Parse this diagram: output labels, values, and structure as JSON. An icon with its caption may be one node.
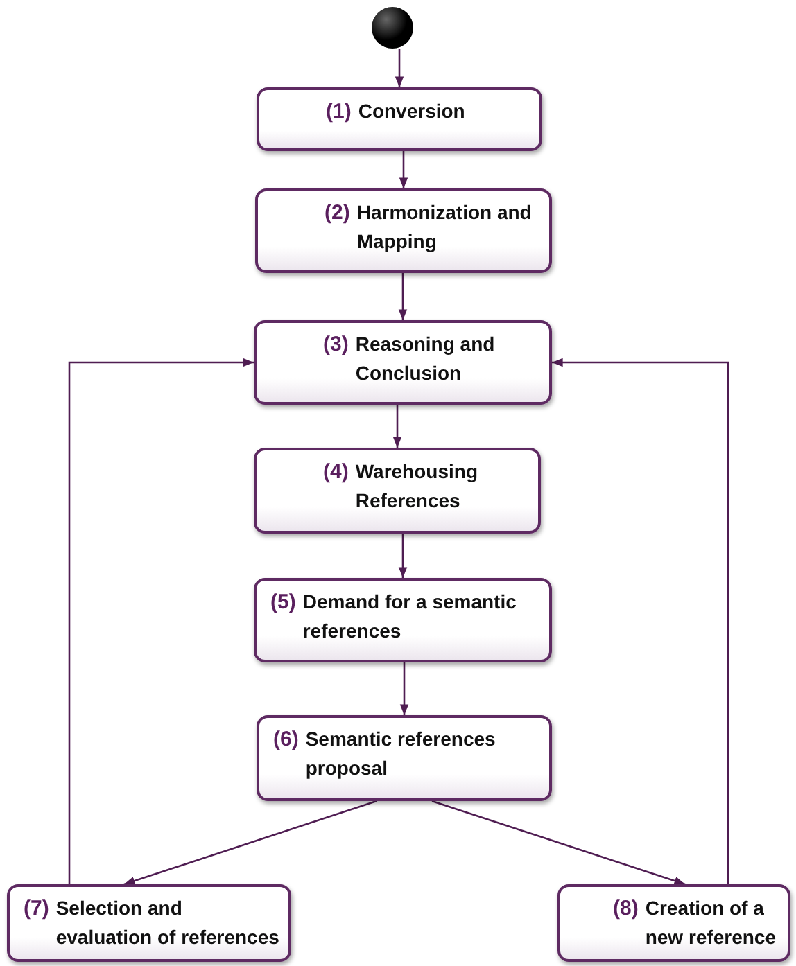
{
  "diagram": {
    "nodes": [
      {
        "text": [],
        "shape": "circle"
      },
      {
        "text": [
          "(1)",
          "Conversion"
        ]
      },
      {
        "text": [
          "(2)",
          "Harmonization and Mapping"
        ]
      },
      {
        "text": [
          "(3)",
          "Reasoning and Conclusion"
        ]
      },
      {
        "text": [
          "(4)",
          "Warehousing References"
        ]
      },
      {
        "text": [
          "(5)",
          "Demand for a semantic references"
        ]
      },
      {
        "text": [
          "(6)",
          "Semantic references proposal"
        ]
      },
      {
        "text": [
          "(7)",
          "Selection and evaluation of references"
        ]
      },
      {
        "text": [
          "(8)",
          "Creation of a new reference"
        ]
      }
    ],
    "edges": [
      {
        "from": 0,
        "to": 1,
        "arrow": "to"
      },
      {
        "from": 1,
        "to": 2,
        "arrow": "to"
      },
      {
        "from": 2,
        "to": 3,
        "arrow": "to"
      },
      {
        "from": 3,
        "to": 4,
        "arrow": "to"
      },
      {
        "from": 4,
        "to": 5,
        "arrow": "to"
      },
      {
        "from": 5,
        "to": 6,
        "arrow": "to"
      },
      {
        "from": 6,
        "to": 7,
        "arrow": "to"
      },
      {
        "from": 6,
        "to": 8,
        "arrow": "to"
      },
      {
        "from": 7,
        "to": 3,
        "arrow": "to"
      },
      {
        "from": 8,
        "to": 3,
        "arrow": "to"
      }
    ]
  }
}
